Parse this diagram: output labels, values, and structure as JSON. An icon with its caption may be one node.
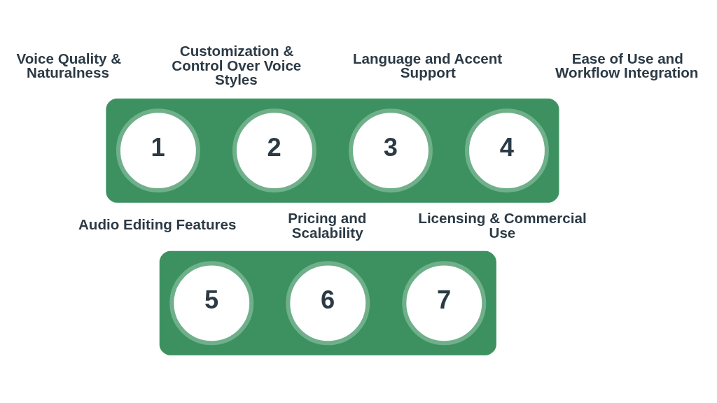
{
  "diagram": {
    "nodes": [
      {
        "text": [],
        "shape": "bar"
      },
      {
        "text": [
          "1"
        ],
        "in": 0,
        "beside": [
          "Voice Quality & Naturalness"
        ]
      },
      {
        "text": [
          "2"
        ],
        "in": 0,
        "beside": [
          "Customization & Control Over Voice Styles"
        ]
      },
      {
        "text": [
          "3"
        ],
        "in": 0,
        "beside": [
          "Language and Accent Support"
        ]
      },
      {
        "text": [
          "4"
        ],
        "in": 0,
        "beside": [
          "Ease of Use and Workflow Integration"
        ]
      },
      {
        "text": [],
        "shape": "bar"
      },
      {
        "text": [
          "5"
        ],
        "in": 5,
        "beside": [
          "Audio Editing Features"
        ]
      },
      {
        "text": [
          "6"
        ],
        "in": 5,
        "beside": [
          "Pricing and Scalability"
        ]
      },
      {
        "text": [
          "7"
        ],
        "in": 5,
        "beside": [
          "Licensing & Commercial Use"
        ]
      }
    ],
    "edges": []
  }
}
